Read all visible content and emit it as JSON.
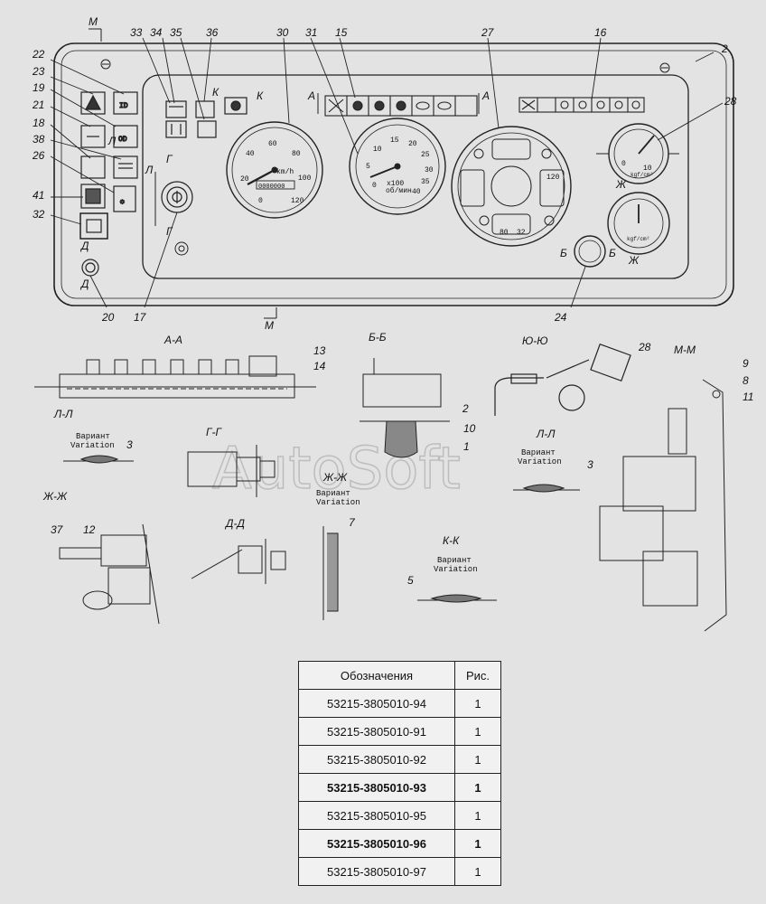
{
  "watermark": "AutoSoft",
  "callouts": {
    "n1": "1",
    "n2": "2",
    "n3": "3",
    "n5": "5",
    "n7": "7",
    "n8": "8",
    "n9": "9",
    "n10": "10",
    "n11": "11",
    "n12": "12",
    "n13": "13",
    "n14": "14",
    "n15": "15",
    "n16": "16",
    "n17": "17",
    "n18": "18",
    "n19": "19",
    "n20": "20",
    "n21": "21",
    "n22": "22",
    "n23": "23",
    "n24": "24",
    "n26": "26",
    "n27": "27",
    "n28": "28",
    "n30": "30",
    "n31": "31",
    "n32": "32",
    "n33": "33",
    "n34": "34",
    "n35": "35",
    "n36": "36",
    "n37": "37",
    "n38": "38",
    "n41": "41"
  },
  "markers": {
    "m": "М",
    "a": "А",
    "k": "К",
    "l": "Л",
    "g": "Г",
    "d": "Д",
    "b": "Б",
    "zh": "Ж"
  },
  "sections": {
    "aa": "А-А",
    "bb": "Б-Б",
    "yuyu": "Ю-Ю",
    "mm": "М-М",
    "ll": "Л-Л",
    "gg": "Г-Г",
    "zhzh": "Ж-Ж",
    "dd": "Д-Д",
    "kk": "К-К"
  },
  "variant": {
    "ru": "Вариант",
    "en": "Variation"
  },
  "gauge_text": {
    "speedo_unit": "km/h",
    "speedo_ticks": [
      "20",
      "40",
      "60",
      "80",
      "100",
      "120",
      "0"
    ],
    "odometer": "0000000",
    "tacho_ticks": [
      "0",
      "5",
      "10",
      "15",
      "20",
      "25",
      "30",
      "35",
      "40"
    ],
    "tacho_unit": "x100",
    "tacho_sub": "об/мин",
    "pressure_unit": "kgf/cm²",
    "pressure_ticks": [
      "0",
      "10"
    ],
    "combo_ticks": [
      "120",
      "80",
      "32"
    ]
  },
  "table": {
    "headers": [
      "Обозначения",
      "Рис."
    ],
    "rows": [
      {
        "code": "53215-3805010-94",
        "fig": "1",
        "bold": false
      },
      {
        "code": "53215-3805010-91",
        "fig": "1",
        "bold": false
      },
      {
        "code": "53215-3805010-92",
        "fig": "1",
        "bold": false
      },
      {
        "code": "53215-3805010-93",
        "fig": "1",
        "bold": true
      },
      {
        "code": "53215-3805010-95",
        "fig": "1",
        "bold": false
      },
      {
        "code": "53215-3805010-96",
        "fig": "1",
        "bold": true
      },
      {
        "code": "53215-3805010-97",
        "fig": "1",
        "bold": false
      }
    ]
  }
}
